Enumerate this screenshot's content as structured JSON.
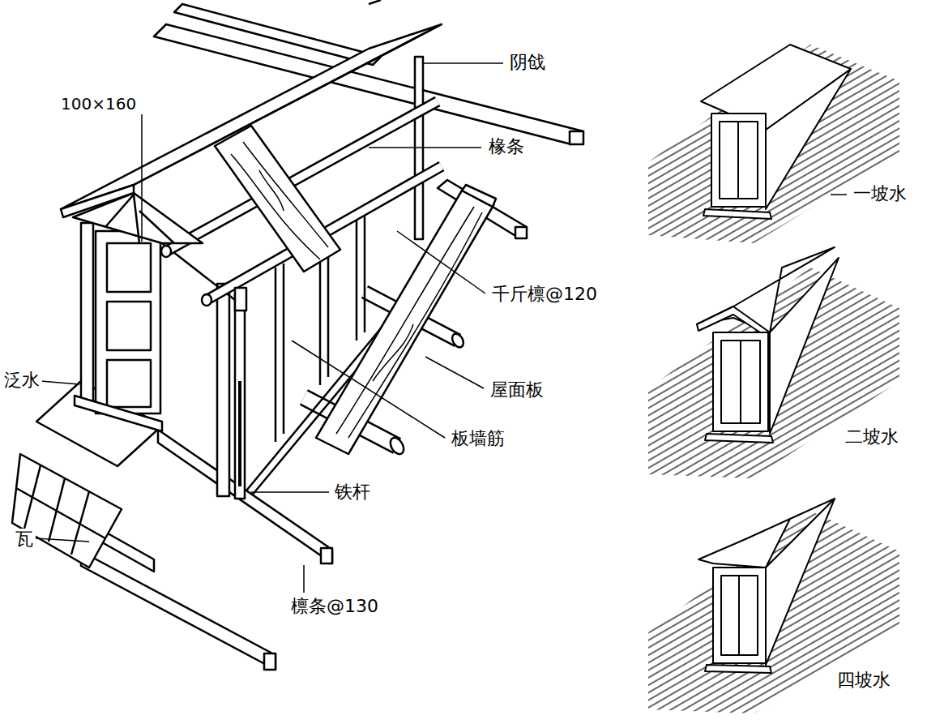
{
  "diagram": {
    "labels": [
      "阴戗",
      "100×160",
      "椽条",
      "千斤檩@120",
      "泛水",
      "屋面板",
      "板墙筋",
      "铁杆",
      "瓦",
      "檩条@130",
      "一坡水",
      "二坡水",
      "四坡水"
    ]
  }
}
